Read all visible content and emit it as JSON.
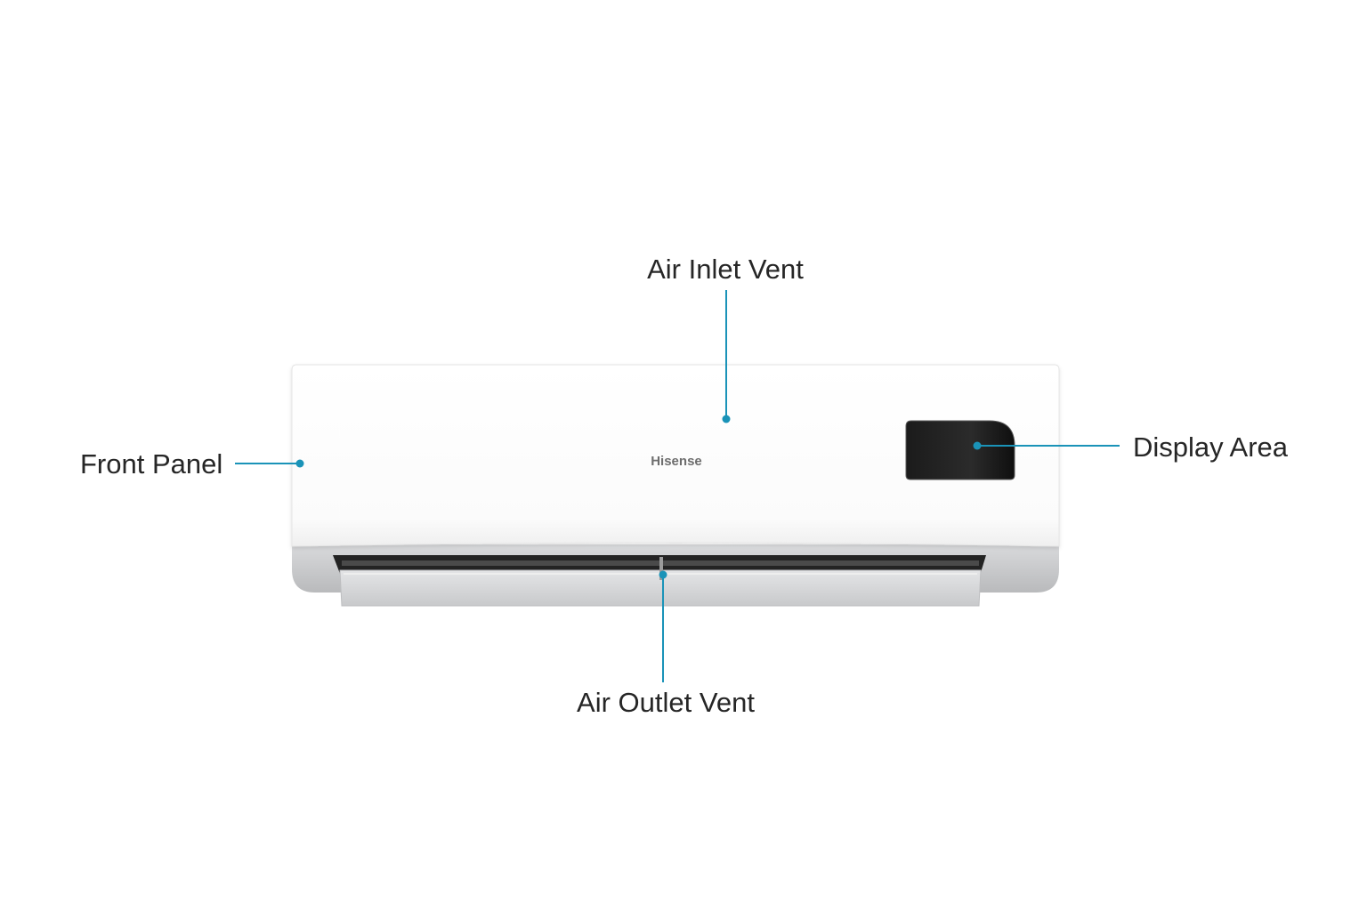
{
  "colors": {
    "background": "#ffffff",
    "leader_accent": "#1a93b8",
    "label_text": "#262626",
    "unit_body": "#ffffff",
    "unit_base": "#c6c7c9",
    "louver": "#cfd0d2",
    "display_panel": "#141414",
    "brand_text": "#6d6d6d"
  },
  "unit": {
    "brand": "Hisense"
  },
  "callouts": {
    "air_inlet_vent": "Air Inlet Vent",
    "front_panel": "Front Panel",
    "display_area": "Display Area",
    "air_outlet_vent": "Air Outlet Vent"
  }
}
